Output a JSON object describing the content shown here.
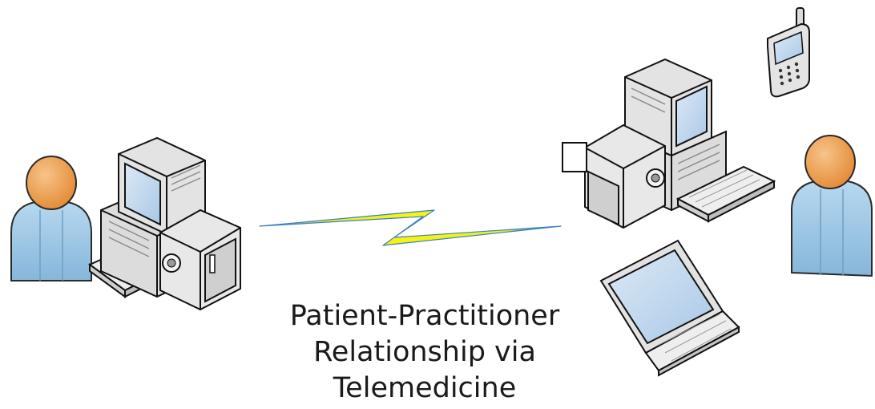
{
  "caption": {
    "line1": "Patient-Practitioner",
    "line2": "Relationship via",
    "line3": "Telemedicine"
  },
  "icons": [
    "patient-icon",
    "patient-workstation-icon",
    "telemedicine-link-icon",
    "practitioner-workstation-icon",
    "mobile-phone-icon",
    "laptop-icon",
    "practitioner-icon"
  ],
  "colors": {
    "person_head": "#f0a45a",
    "person_body": "#9ec7e4",
    "device_body": "#e6e6e6",
    "screen": "#bcd6ee",
    "link_fill": "#f3f215",
    "link_edge": "#3d7fc0",
    "outline": "#111111"
  }
}
